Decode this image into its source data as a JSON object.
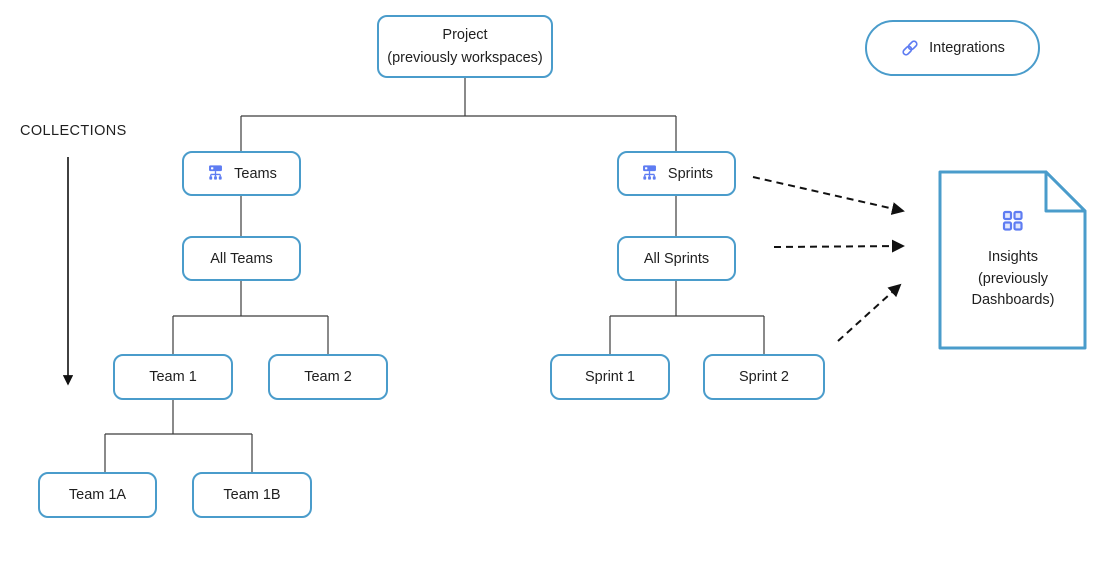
{
  "colors": {
    "box_border": "#4A9CCB",
    "icon_blue": "#5E7CF2",
    "connector": "#3c3c3c",
    "arrow": "#111111",
    "text": "#1f1f1f",
    "background": "#ffffff"
  },
  "collections": {
    "label": "COLLECTIONS"
  },
  "nodes": {
    "project": {
      "lines": [
        "Project",
        "(previously workspaces)"
      ]
    },
    "integrations": {
      "label": "Integrations",
      "icon": "link-icon"
    },
    "teams": {
      "label": "Teams",
      "icon": "org-chart-icon"
    },
    "all_teams": {
      "label": "All Teams"
    },
    "team1": {
      "label": "Team 1"
    },
    "team2": {
      "label": "Team 2"
    },
    "team1a": {
      "label": "Team 1A"
    },
    "team1b": {
      "label": "Team 1B"
    },
    "sprints": {
      "label": "Sprints",
      "icon": "org-chart-icon"
    },
    "all_sprints": {
      "label": "All Sprints"
    },
    "sprint1": {
      "label": "Sprint 1"
    },
    "sprint2": {
      "label": "Sprint 2"
    },
    "insights": {
      "lines": [
        "Insights",
        "(previously",
        "Dashboards)"
      ],
      "icon": "grid-icon"
    }
  }
}
